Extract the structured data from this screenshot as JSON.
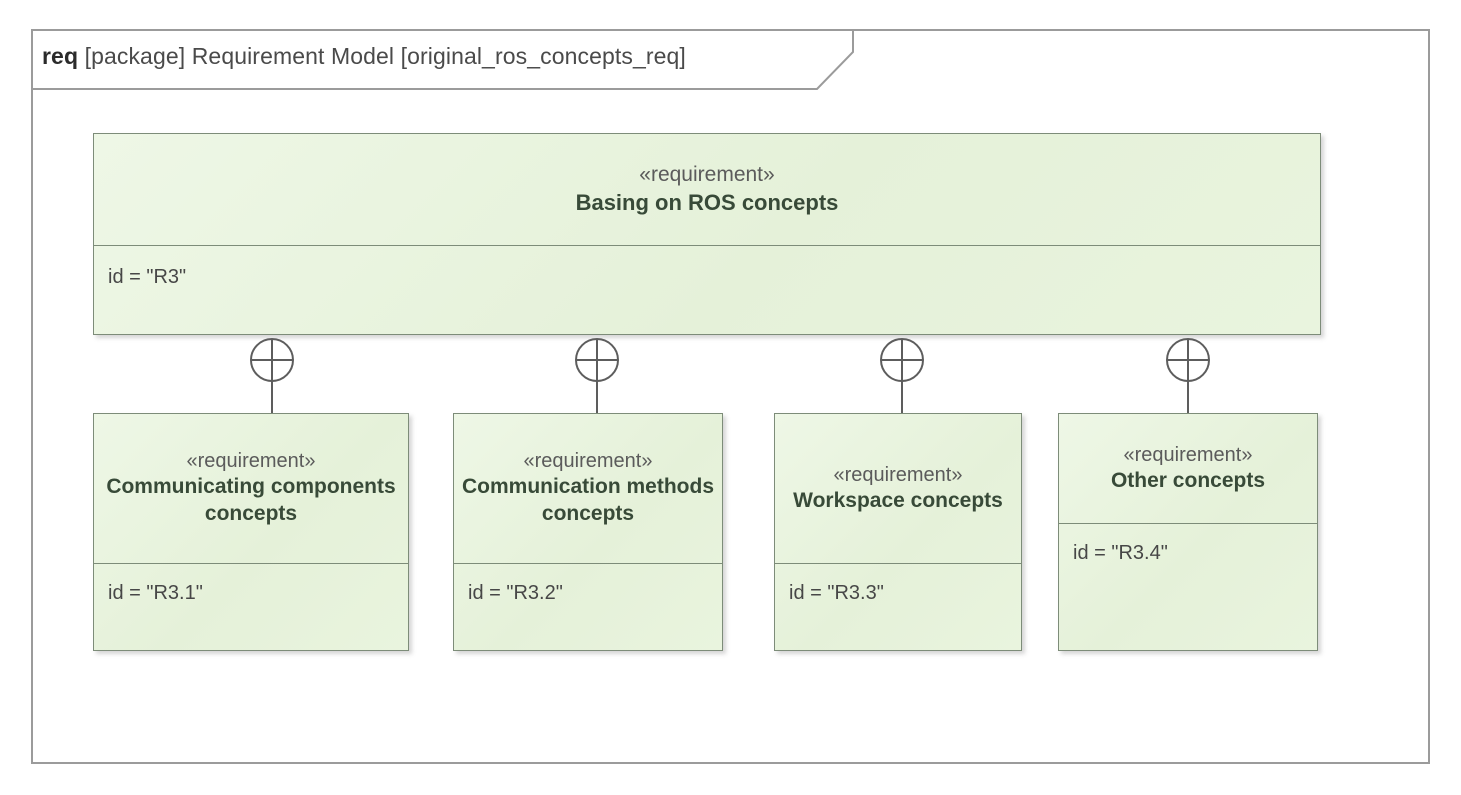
{
  "diagram": {
    "kind": "req",
    "header_rest": " [package] Requirement Model [original_ros_concepts_req]",
    "frame_border_color": "#9b9b9b",
    "block_border_color": "#7d8c79",
    "block_fill_color": "#e7f3dc",
    "connector_color": "#5d5d5d",
    "connector_icon": "containment-crosshair-icon"
  },
  "parent": {
    "stereotype": "«requirement»",
    "name": "Basing on ROS concepts",
    "attribute": "id = \"R3\""
  },
  "children": [
    {
      "stereotype": "«requirement»",
      "name": "Communicating components concepts",
      "attribute": "id = \"R3.1\""
    },
    {
      "stereotype": "«requirement»",
      "name": "Communication methods concepts",
      "attribute": "id = \"R3.2\""
    },
    {
      "stereotype": "«requirement»",
      "name": "Workspace concepts",
      "attribute": "id = \"R3.3\""
    },
    {
      "stereotype": "«requirement»",
      "name": "Other concepts",
      "attribute": "id = \"R3.4\""
    }
  ]
}
